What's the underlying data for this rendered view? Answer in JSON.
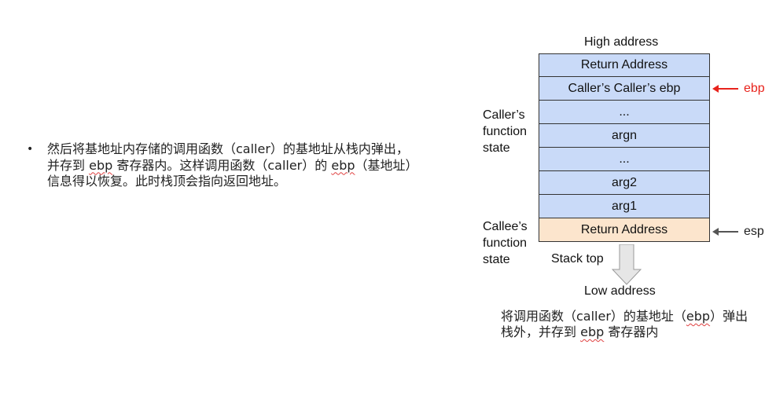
{
  "bullet": {
    "part1": "然后将基地址内存储的调用函数（caller）的基地址从栈内弹出，并存到 ",
    "ebp1": "ebp",
    "part2": " 寄存器内。这样调用函数（caller）的 ",
    "ebp2": "ebp",
    "part3": "（基地址）信息得以恢复。此时栈顶会指向返回地址。"
  },
  "diagram": {
    "high_address": "High address",
    "low_address": "Low address",
    "stack_top": "Stack top",
    "caller_state": [
      "Caller’s",
      "function",
      "state"
    ],
    "callee_state": [
      "Callee’s",
      "function",
      "state"
    ],
    "cells": [
      "Return Address",
      "Caller’s Caller’s ebp",
      "...",
      "argn",
      "...",
      "arg2",
      "arg1",
      "Return Address"
    ],
    "ebp_label": "ebp",
    "esp_label": "esp",
    "ebp_color": "#e8231c",
    "esp_color": "#555555",
    "caller_cell_color": "#c9daf8",
    "callee_cell_color": "#fce5cd"
  },
  "caption": {
    "part1": "将调用函数（caller）的基地址（",
    "ebp1": "ebp",
    "part2": "）弹出栈外，并存到 ",
    "ebp2": "ebp",
    "part3": " 寄存器内"
  }
}
